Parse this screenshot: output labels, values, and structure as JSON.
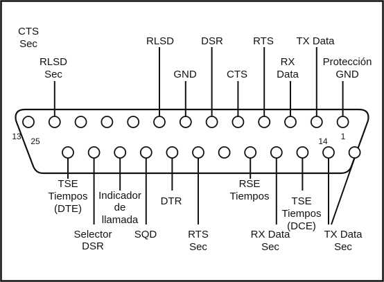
{
  "connector": {
    "top_labels": [
      {
        "id": "cts-sec",
        "lines": [
          "CTS",
          "Sec"
        ]
      },
      {
        "id": "rlsd-sec",
        "lines": [
          "RLSD",
          "Sec"
        ]
      },
      {
        "id": "rlsd",
        "lines": [
          "RLSD"
        ]
      },
      {
        "id": "gnd",
        "lines": [
          "GND"
        ]
      },
      {
        "id": "dsr",
        "lines": [
          "DSR"
        ]
      },
      {
        "id": "cts",
        "lines": [
          "CTS"
        ]
      },
      {
        "id": "rts",
        "lines": [
          "RTS"
        ]
      },
      {
        "id": "rx-data",
        "lines": [
          "RX",
          "Data"
        ]
      },
      {
        "id": "tx-data",
        "lines": [
          "TX  Data"
        ]
      },
      {
        "id": "proteccion-gnd",
        "lines": [
          "Protección",
          "GND"
        ]
      }
    ],
    "bottom_labels": [
      {
        "id": "tse-tiempos-dte",
        "lines": [
          "TSE",
          "Tiempos",
          "(DTE)"
        ]
      },
      {
        "id": "selector-dsr",
        "lines": [
          "Selector",
          "DSR"
        ]
      },
      {
        "id": "indicador-de-llamada",
        "lines": [
          "Indicador",
          "de",
          "llamada"
        ]
      },
      {
        "id": "sqd",
        "lines": [
          "SQD"
        ]
      },
      {
        "id": "dtr",
        "lines": [
          "DTR"
        ]
      },
      {
        "id": "rts-sec",
        "lines": [
          "RTS",
          "Sec"
        ]
      },
      {
        "id": "rse-tiempos",
        "lines": [
          "RSE",
          "Tiempos"
        ]
      },
      {
        "id": "rx-data-sec",
        "lines": [
          "RX  Data",
          "Sec"
        ]
      },
      {
        "id": "tse-tiempos-dce",
        "lines": [
          "TSE",
          "Tiempos",
          "(DCE)"
        ]
      },
      {
        "id": "tx-data-sec",
        "lines": [
          "TX  Data",
          "Sec"
        ]
      }
    ],
    "pin_numbers": {
      "p13": "13",
      "p25": "25",
      "p14": "14",
      "p1": "1"
    }
  }
}
